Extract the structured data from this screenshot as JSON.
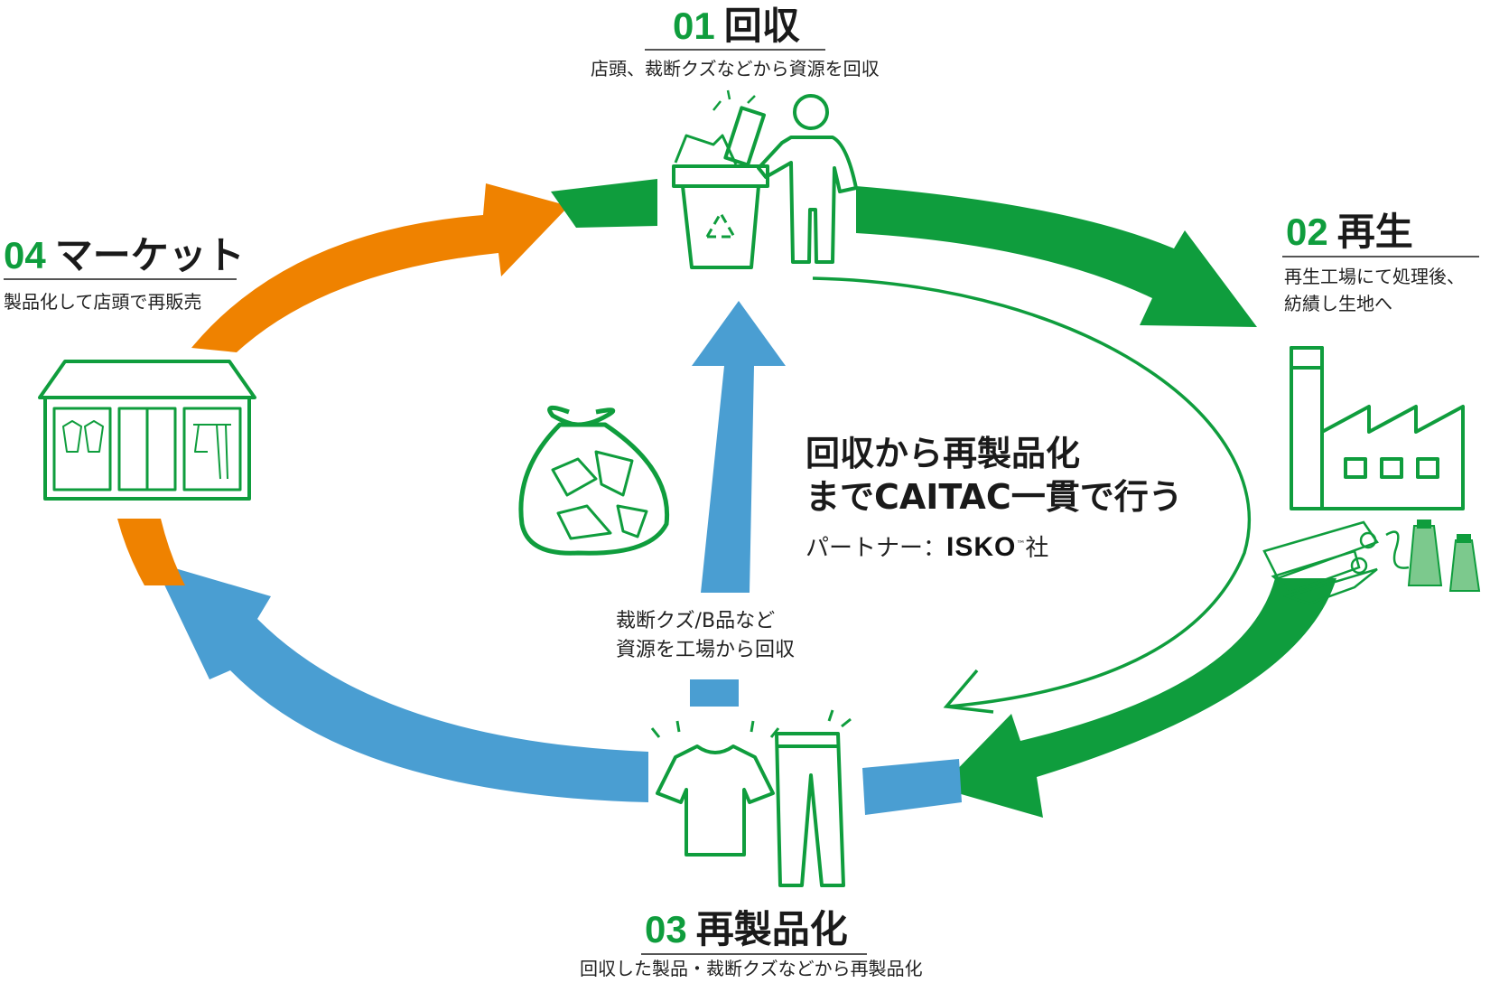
{
  "steps": {
    "collect": {
      "number": "01",
      "title": "回収",
      "description": "店頭、裁断クズなどから資源を回収"
    },
    "regenerate": {
      "number": "02",
      "title": "再生",
      "description_line1": "再生工場にて処理後、",
      "description_line2": "紡績し生地へ"
    },
    "remake": {
      "number": "03",
      "title": "再製品化",
      "description": "回収した製品・裁断クズなどから再製品化"
    },
    "market": {
      "number": "04",
      "title": "マーケット",
      "description": "製品化して店頭で再販売"
    }
  },
  "center": {
    "line1": "回収から再製品化",
    "line2": "までCAITAC一貫で行う",
    "partner_label": "パートナー：",
    "partner_name": "ISKO",
    "partner_tm": "™",
    "partner_suffix": "社"
  },
  "factory_note": {
    "line1": "裁断クズ/B品など",
    "line2": "資源を工場から回収"
  },
  "colors": {
    "green": "#0f9d3d",
    "orange": "#ef8200",
    "blue": "#4a9ed2",
    "text": "#1a1a1a"
  },
  "icons": [
    "recycle-bin-icon",
    "person-icon",
    "factory-icon",
    "fabric-rolls-icon",
    "thread-spool-icon",
    "tshirt-icon",
    "jeans-icon",
    "shop-icon",
    "trash-bag-icon"
  ]
}
